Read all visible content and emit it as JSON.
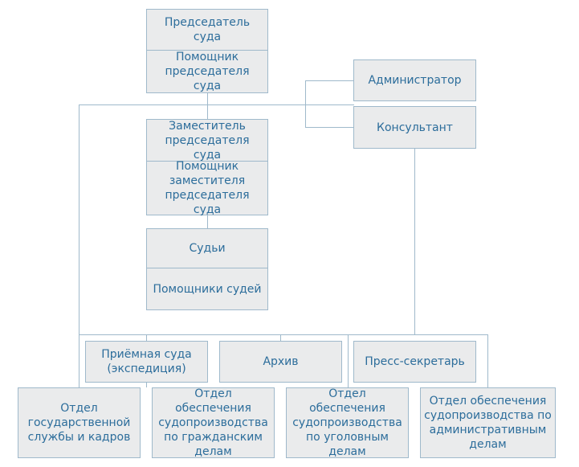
{
  "colors": {
    "box_fill": "#eaebec",
    "box_border": "#9fb9cb",
    "text": "#2c6d9b",
    "connector": "#9fb9cb",
    "background": "#ffffff"
  },
  "org_chart": {
    "chairman": "Председатель суда",
    "chairman_assistant": "Помощник\nпредседателя суда",
    "administrator": "Администратор",
    "consultant": "Консультант",
    "deputy_chairman": "Заместитель\nпредседателя суда",
    "deputy_assistant": "Помощник\nзаместителя\nпредседателя суда",
    "judges": "Судьи",
    "judges_assistants": "Помощники судей",
    "reception": "Приёмная суда\n(экспедиция)",
    "archive": "Архив",
    "press_secretary": "Пресс-секретарь",
    "dept_civil_service": "Отдел\nгосударственной\nслужбы и кадров",
    "dept_civil_cases": "Отдел обеспечения\nсудопроизводства\nпо гражданским\nделам",
    "dept_criminal_cases": "Отдел обеспечения\nсудопроизводства\nпо уголовным\nделам",
    "dept_admin_cases": "Отдел обеспечения\nсудопроизводства по\nадминистративным\nделам"
  }
}
